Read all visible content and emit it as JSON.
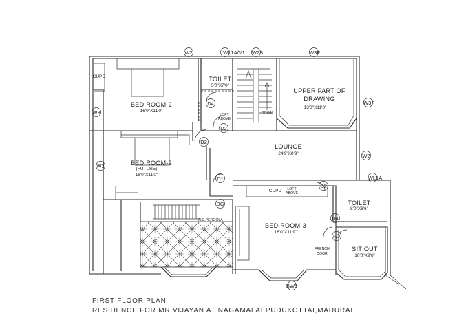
{
  "rooms": {
    "bed1": {
      "name": "BED ROOM-2",
      "dims": "16'0\"X11'0\""
    },
    "bed2": {
      "name": "BED ROOM-2",
      "note": "(FUTURE)",
      "dims": "16'0\"X11'0\""
    },
    "toilet1": {
      "name": "TOILET",
      "dims": "5'0\"X7'0\""
    },
    "upper": {
      "name_line1": "UPPER PART OF",
      "name_line2": "DRAWING",
      "dims": "13'3\"X11'0\""
    },
    "lounge": {
      "name": "LOUNGE",
      "dims": "24'9\"X8'9\""
    },
    "bed3": {
      "name": "BED ROOM-3",
      "dims": "16'0\"X11'9\""
    },
    "toilet2": {
      "name": "TOILET",
      "dims": "8'0\"X6'6\""
    },
    "sitout": {
      "name": "SIT OUT",
      "dims": "10'0\"X9'6\""
    }
  },
  "labels": {
    "cupd_left": "CUPD",
    "cupd_bed3": "CUPD",
    "loft_above_1": "LOFT",
    "loft_above_1b": "ABOVE",
    "loft_above_2": "LOFT",
    "loft_above_2b": "ABOVE",
    "down": "DOWN",
    "pergola": "R.C.PERGOLA",
    "french_door_1": "FRENCH",
    "french_door_2": "DOOR"
  },
  "tags": {
    "w2_top": "W2",
    "wl1a_v1": "WL1A/V1",
    "w2s": "W2S",
    "w3f_top": "W3F",
    "w3f_right": "W3F",
    "w3_left_1": "W3",
    "w3_left_2": "W3",
    "w2_right": "W2",
    "wl1a_right": "WL1A",
    "d4_top": "D4",
    "d2_top": "D2",
    "d2_mid": "D2",
    "d1": "D1",
    "dg": "DG",
    "d2_bed3": "D2",
    "d4_right": "D4",
    "fd": "FD",
    "bw5": "BW5"
  },
  "caption": {
    "line1": "FIRST FLOOR PLAN",
    "line2": "RESIDENCE FOR MR.VIJAYAN AT NAGAMALAI PUDUKOTTAI,MADURAI"
  }
}
